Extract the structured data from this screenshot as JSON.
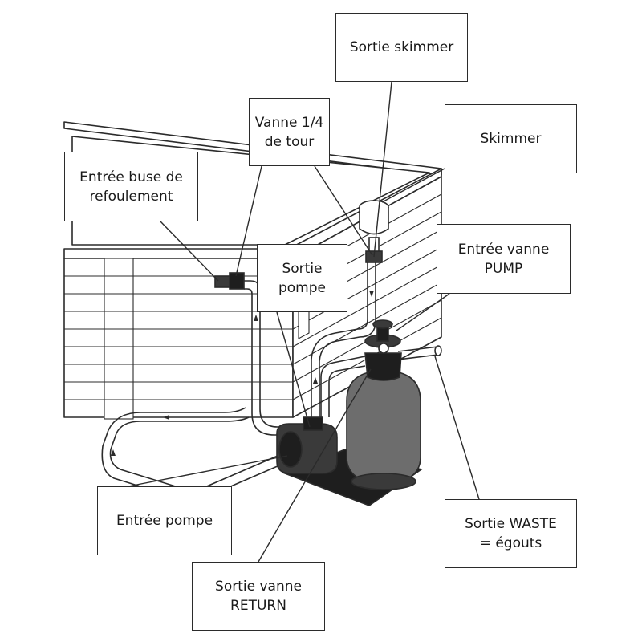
{
  "labels": {
    "sortie_skimmer": "Sortie skimmer",
    "vanne_quart_tour": "Vanne 1/4\nde tour",
    "skimmer": "Skimmer",
    "entree_buse": "Entrée buse de\nrefoulement",
    "entree_vanne_pump": "Entrée vanne\nPUMP",
    "sortie_pompe": "Sortie\npompe",
    "entree_pompe": "Entrée pompe",
    "sortie_waste": "Sortie WASTE\n= égouts",
    "sortie_vanne_return": "Sortie vanne\nRETURN"
  },
  "colors": {
    "line": "#2b2b2b",
    "wood": "#ffffff",
    "pipe": "#f4f4f4",
    "tank": "#6d6d6d",
    "pump_base": "#1e1e1e"
  }
}
